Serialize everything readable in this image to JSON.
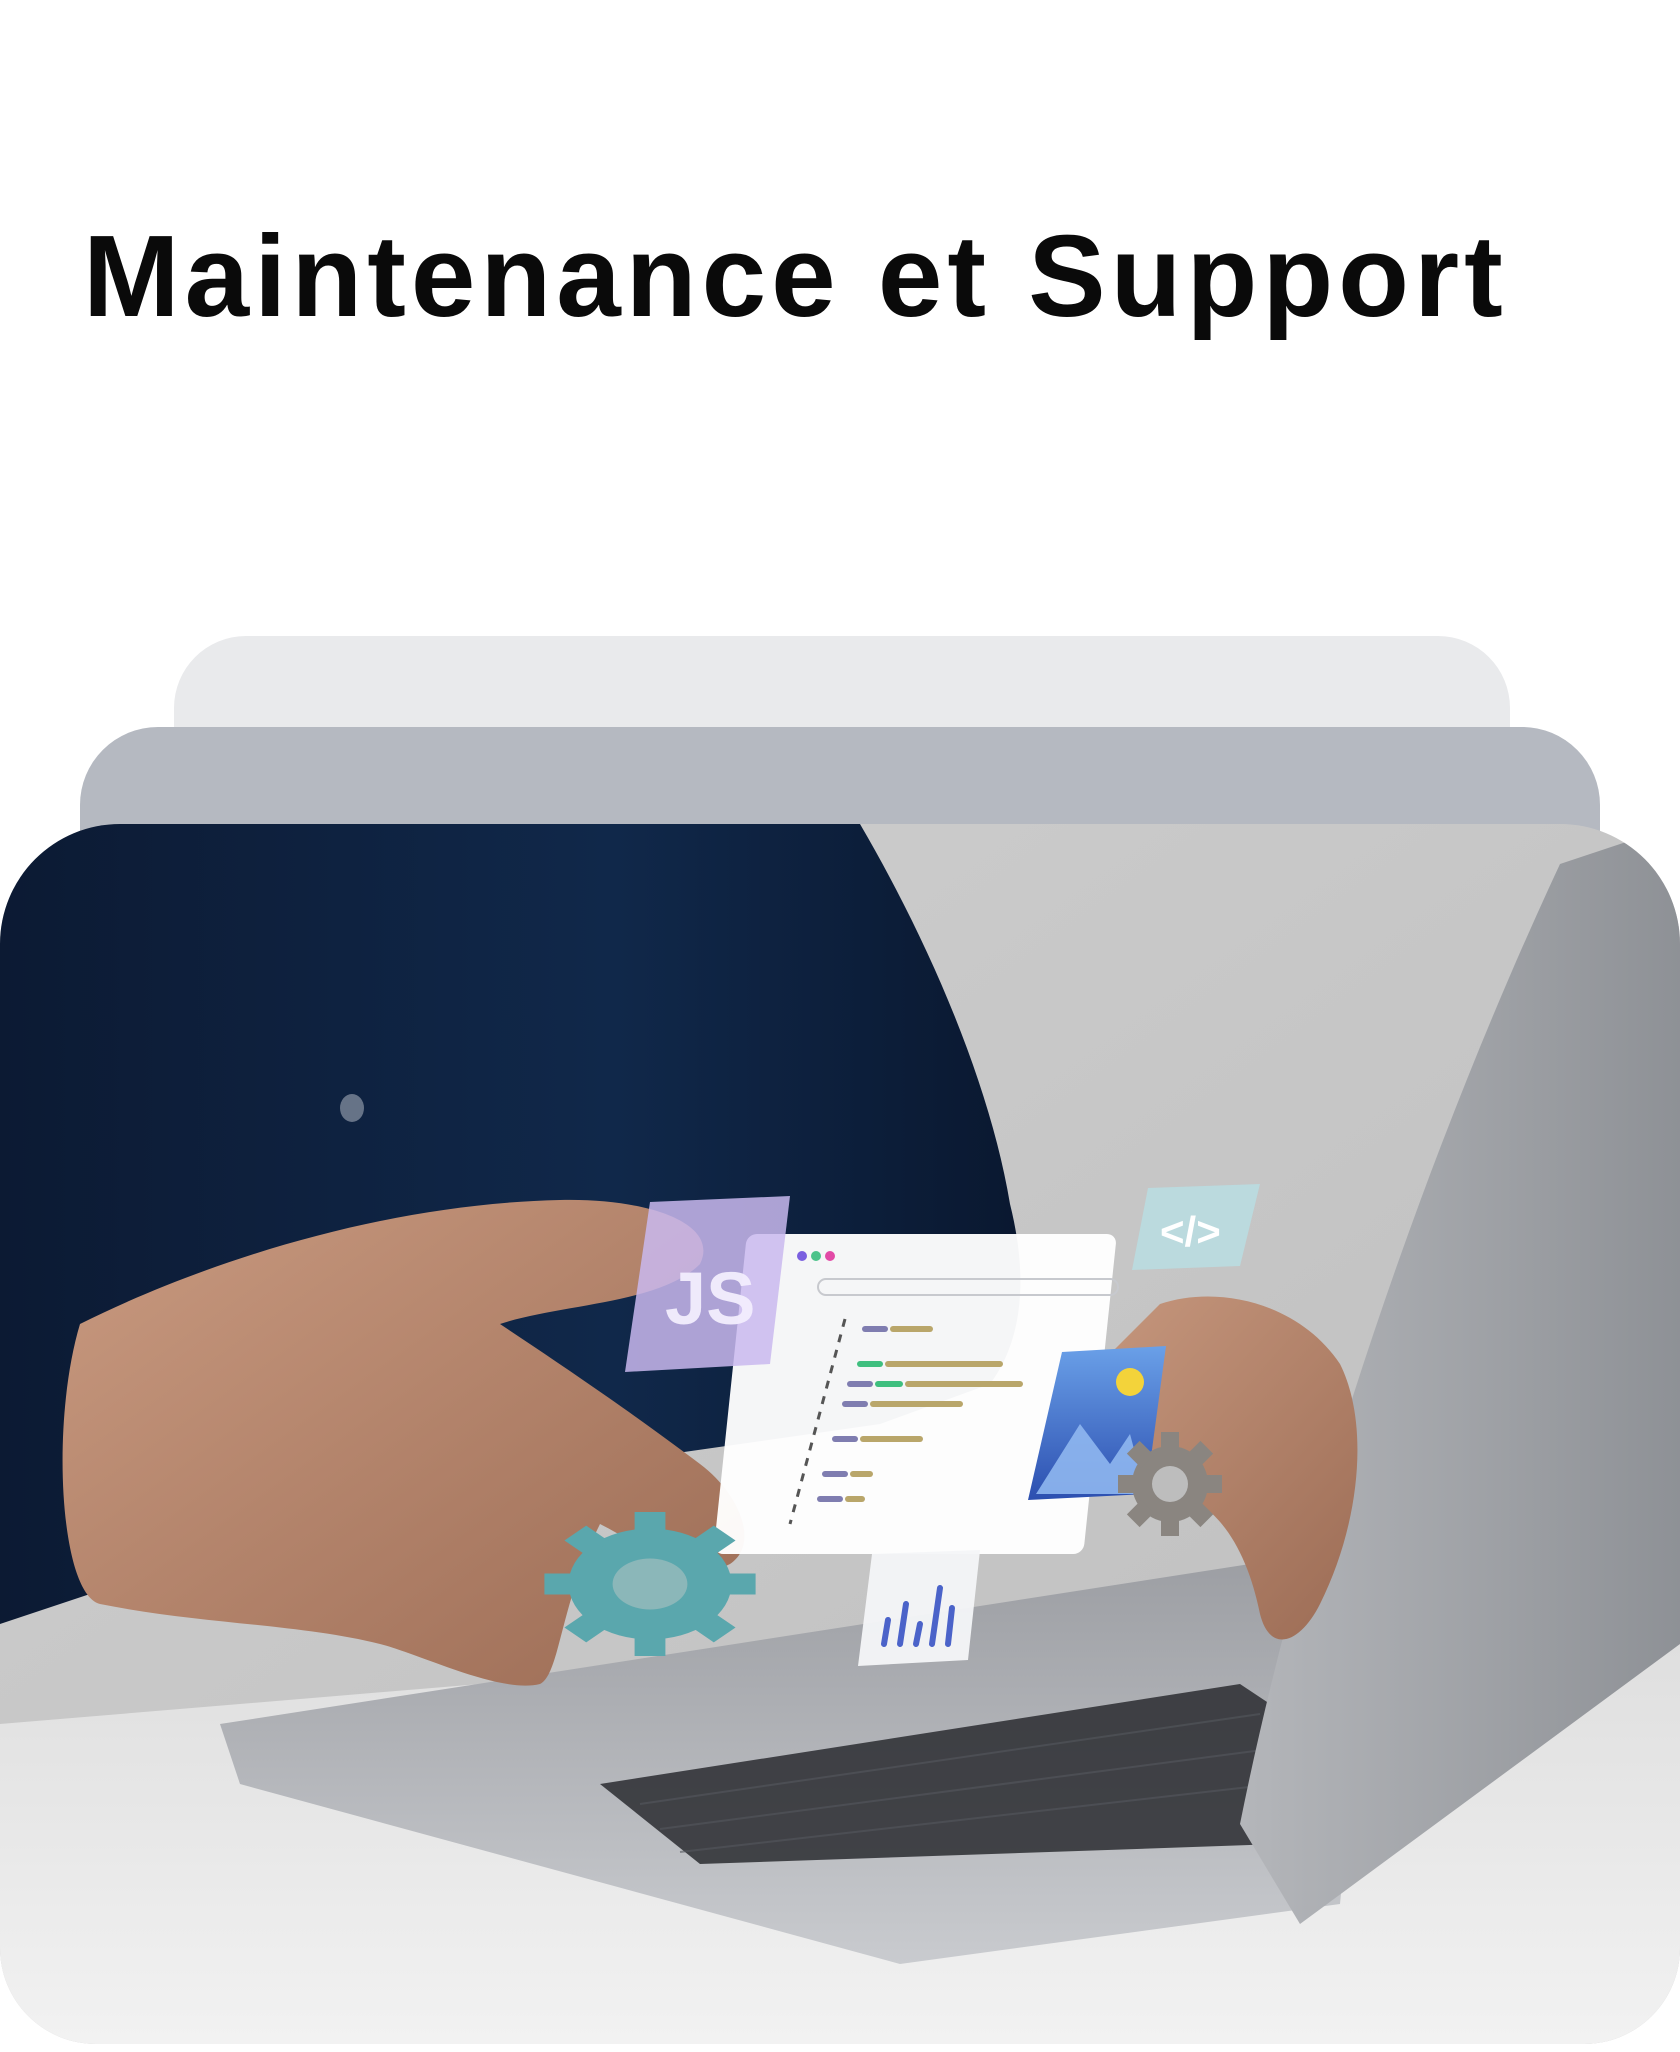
{
  "page": {
    "title": "Maintenance et Support"
  },
  "hero_image": {
    "description_icons": [
      "js-badge",
      "code-window",
      "code-tag-icon",
      "image-icon",
      "gear-icon",
      "bar-chart-icon"
    ],
    "badge_text": "JS",
    "code_tag_text": "</>"
  },
  "colors": {
    "title": "#0a0a0a",
    "stack_back": "#e9eaec",
    "stack_mid": "#b5b9c1",
    "shirt": "#0e1f3c",
    "laptop": "#a9acb1"
  }
}
